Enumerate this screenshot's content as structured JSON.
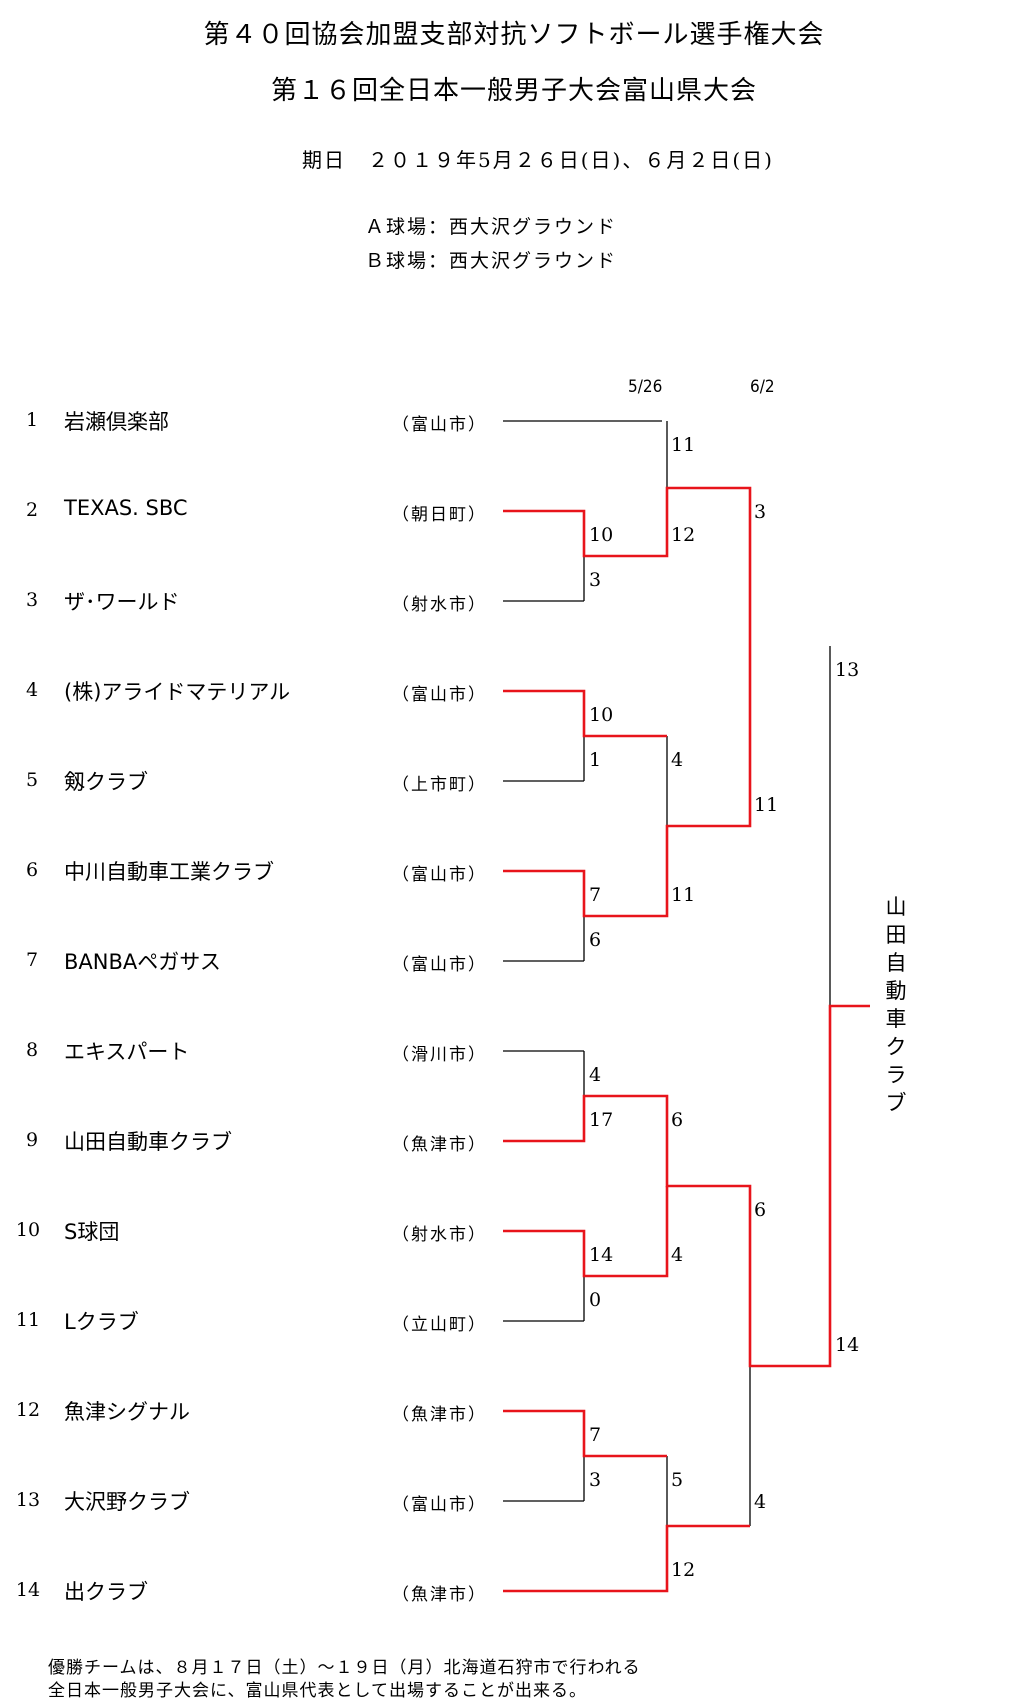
{
  "header": {
    "title_line1": "第４０回協会加盟支部対抗ソフトボール選手権大会",
    "title_line2": "第１６回全日本一般男子大会富山県大会",
    "dates": "期日　２０１９年5月２６日(日)、６月２日(日)",
    "venue_a": "Ａ球場：西大沢グラウンド",
    "venue_b": "Ｂ球場：西大沢グラウンド"
  },
  "rounds": {
    "round1_date": "5/26",
    "round2_date": "6/2"
  },
  "teams": [
    {
      "seed": "1",
      "name": "岩瀬倶楽部",
      "city": "（富山市）"
    },
    {
      "seed": "2",
      "name": "TEXAS. SBC",
      "city": "（朝日町）"
    },
    {
      "seed": "3",
      "name": "ザ･ワールド",
      "city": "（射水市）"
    },
    {
      "seed": "4",
      "name": "(株)アライドマテリアル",
      "city": "（富山市）"
    },
    {
      "seed": "5",
      "name": "剱クラブ",
      "city": "（上市町）"
    },
    {
      "seed": "6",
      "name": "中川自動車工業クラブ",
      "city": "（富山市）"
    },
    {
      "seed": "7",
      "name": "BANBAペガサス",
      "city": "（富山市）"
    },
    {
      "seed": "8",
      "name": "エキスパート",
      "city": "（滑川市）"
    },
    {
      "seed": "9",
      "name": "山田自動車クラブ",
      "city": "（魚津市）"
    },
    {
      "seed": "10",
      "name": "S球団",
      "city": "（射水市）"
    },
    {
      "seed": "11",
      "name": "Lクラブ",
      "city": "（立山町）"
    },
    {
      "seed": "12",
      "name": "魚津シグナル",
      "city": "（魚津市）"
    },
    {
      "seed": "13",
      "name": "大沢野クラブ",
      "city": "（富山市）"
    },
    {
      "seed": "14",
      "name": "出クラブ",
      "city": "（魚津市）"
    }
  ],
  "scores": {
    "r1_m1_top": "10",
    "r1_m1_bottom": "3",
    "r1_m2_top": "10",
    "r1_m2_bottom": "1",
    "r1_m3_top": "7",
    "r1_m3_bottom": "6",
    "r1_m4_top": "4",
    "r1_m4_bottom": "17",
    "r1_m5_top": "14",
    "r1_m5_bottom": "0",
    "r1_m6_top": "7",
    "r1_m6_bottom": "3",
    "qf_m1_top": "11",
    "qf_m1_bottom": "12",
    "qf_m2_top": "4",
    "qf_m2_bottom": "11",
    "qf_m3_top": "6",
    "qf_m3_bottom": "4",
    "qf_m4_top": "5",
    "qf_m4_bottom": "12",
    "sf_m1_top": "3",
    "sf_m1_bottom": "11",
    "sf_m2_top": "6",
    "sf_m2_bottom": "4",
    "final_top": "13",
    "final_bottom": "14"
  },
  "champion": "山田自動車クラブ",
  "colors": {
    "winner_line": "#e8141b",
    "line": "#000000"
  },
  "note_line1": "優勝チームは、８月１７日（土）～１９日（月）北海道石狩市で行われる",
  "note_line2": "全日本一般男子大会に、富山県代表として出場することが出来る。"
}
